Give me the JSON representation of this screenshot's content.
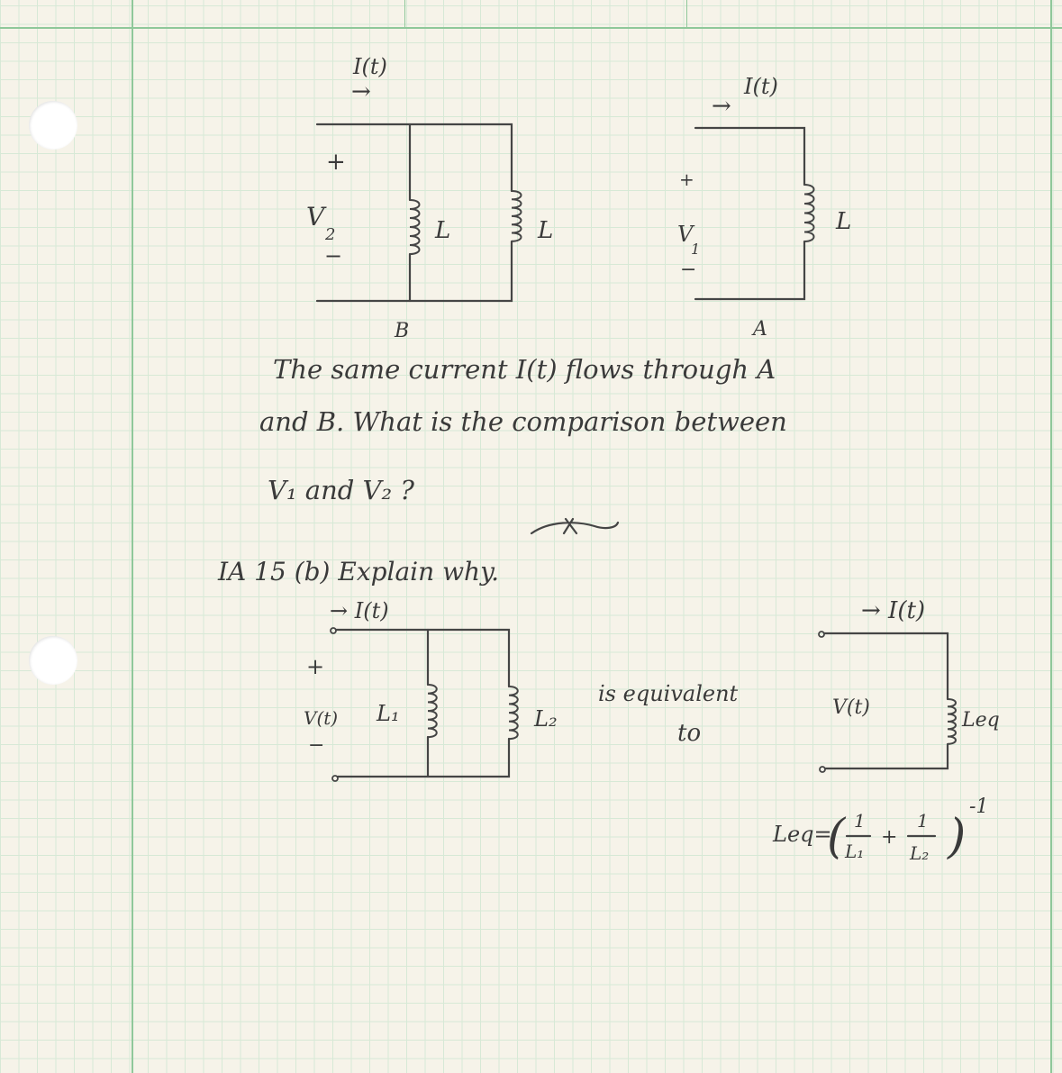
{
  "circuit_b": {
    "current_label": "I(t)",
    "arrow": "→",
    "plus": "+",
    "voltage_label": "V",
    "voltage_sub": "2",
    "minus": "−",
    "inductor1_label": "L",
    "inductor2_label": "L",
    "circuit_name": "B"
  },
  "circuit_a": {
    "current_label": "I(t)",
    "arrow": "→",
    "plus": "+",
    "voltage_label": "V",
    "voltage_sub": "1",
    "minus": "−",
    "inductor_label": "L",
    "circuit_name": "A"
  },
  "question": {
    "line1": "The same current I(t) flows through A",
    "line2": "and B.  What is the comparison between",
    "line3": "V₁ and V₂ ?"
  },
  "part_b": {
    "header": "IA 15  (b)  Explain why."
  },
  "circuit_parallel": {
    "current_label": "→ I(t)",
    "plus": "+",
    "voltage_label": "V(t)",
    "minus": "−",
    "inductor1_label": "L₁",
    "inductor2_label": "L₂"
  },
  "equivalence": {
    "text_line1": "is equivalent",
    "text_line2": "to"
  },
  "circuit_equivalent": {
    "current_label": "→ I(t)",
    "voltage_label": "V(t)",
    "inductor_label": "Leq"
  },
  "formula": {
    "lhs": "Leq=",
    "num1": "1",
    "den1": "L₁",
    "plus": "+",
    "num2": "1",
    "den2": "L₂",
    "exponent": "-1"
  }
}
